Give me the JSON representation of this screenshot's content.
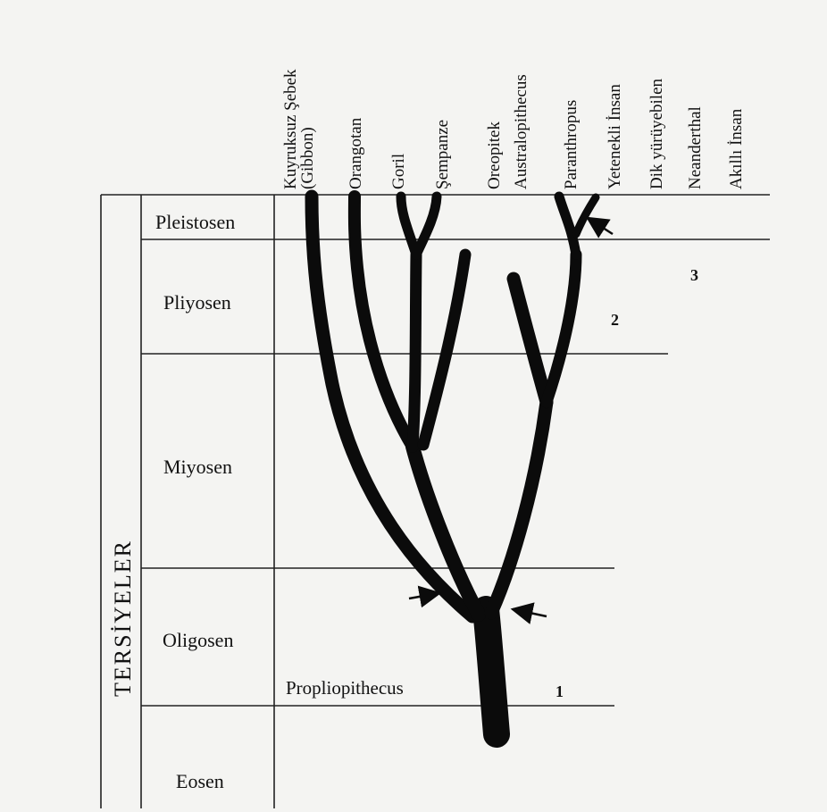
{
  "era": {
    "label": "TERSİYELER"
  },
  "epochs": [
    {
      "label": "Pleistosen"
    },
    {
      "label": "Pliyosen"
    },
    {
      "label": "Miyosen"
    },
    {
      "label": "Oligosen"
    },
    {
      "label": "Eosen"
    }
  ],
  "species": [
    {
      "label": "Kuyruksuz Şebek"
    },
    {
      "label": "(Gibbon)"
    },
    {
      "label": "Orangotan"
    },
    {
      "label": "Goril"
    },
    {
      "label": "Şempanze"
    },
    {
      "label": "Oreopitek"
    },
    {
      "label": "Australopithecus"
    },
    {
      "label": "Paranthropus"
    },
    {
      "label": "Yetenekli İnsan"
    },
    {
      "label": "Dik yürüyebilen"
    },
    {
      "label": "Neanderthal"
    },
    {
      "label": "Akıllı İnsan"
    }
  ],
  "ancestor": {
    "label": "Propliopithecus"
  },
  "markers": {
    "m1": "1",
    "m2": "2",
    "m3": "3"
  },
  "colors": {
    "background": "#f4f4f2",
    "ink": "#0b0b0b"
  }
}
